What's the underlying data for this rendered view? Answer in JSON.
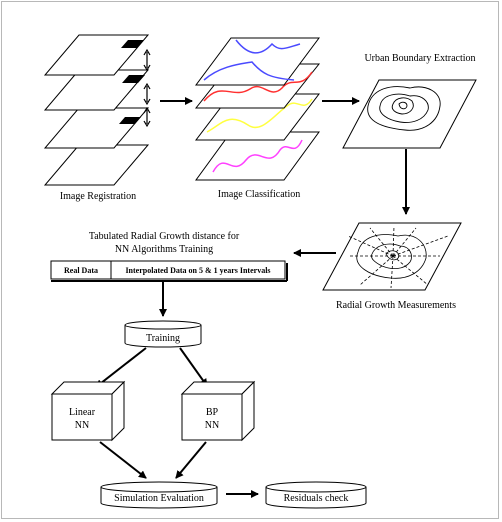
{
  "labels": {
    "image_registration": "Image Registration",
    "image_classification": "Image Classification",
    "urban_boundary_extraction": "Urban Boundary Extraction",
    "radial_growth_measurements": "Radial Growth Measurements",
    "tabulated_line1": "Tabulated Radial Growth distance for",
    "tabulated_line2": "NN Algorithms Training",
    "real_data": "Real Data",
    "interpolated_data": "Interpolated Data on 5 & 1 years Intervals",
    "training": "Training",
    "linear_nn_line1": "Linear",
    "linear_nn_line2": "NN",
    "bp_nn_line1": "BP",
    "bp_nn_line2": "NN",
    "simulation_evaluation": "Simulation Evaluation",
    "residuals_check": "Residuals check"
  },
  "colors": {
    "stroke": "#000000",
    "class_blue": "#4a4aff",
    "class_red": "#ff3030",
    "class_yellow": "#ffff40",
    "class_magenta": "#ff40ff",
    "border": "#b8b8b8"
  }
}
